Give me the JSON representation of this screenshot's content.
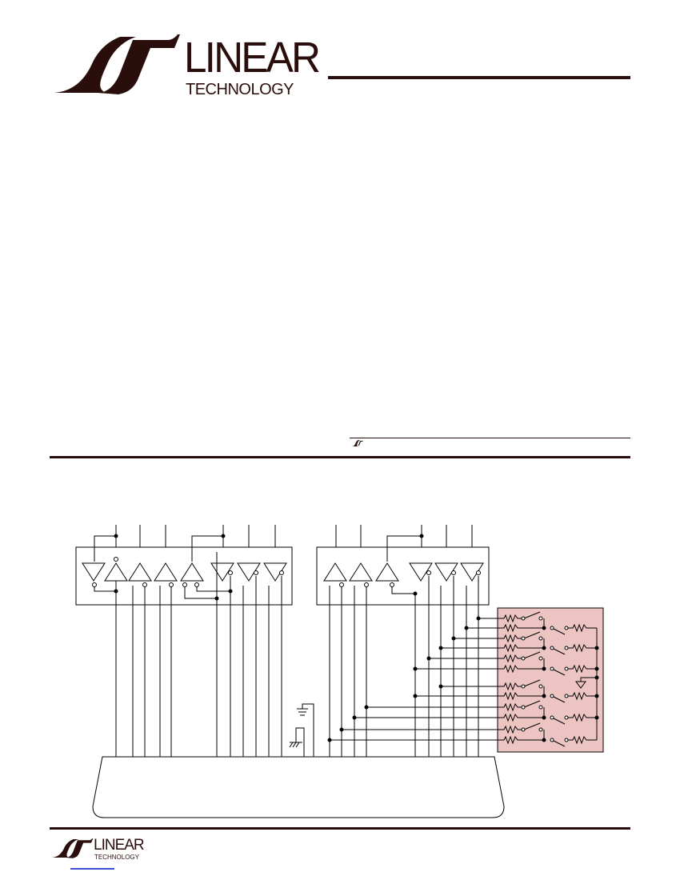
{
  "brand": {
    "company_line1": "LINEAR",
    "company_line2": "TECHNOLOGY",
    "color_dark": "#2a0e0c",
    "color_panel": "#ecc4c2"
  },
  "trademark": {
    "symbol_name": "lt-small-logo-icon"
  },
  "footer": {
    "company_line1": "LINEAR",
    "company_line2": "TECHNOLOGY",
    "link_color": "#3a4fd0"
  },
  "diagram": {
    "icons": [
      "buffer-triangle-icon",
      "resistor-icon",
      "switch-icon",
      "ground-icon",
      "chassis-ground-icon"
    ]
  }
}
